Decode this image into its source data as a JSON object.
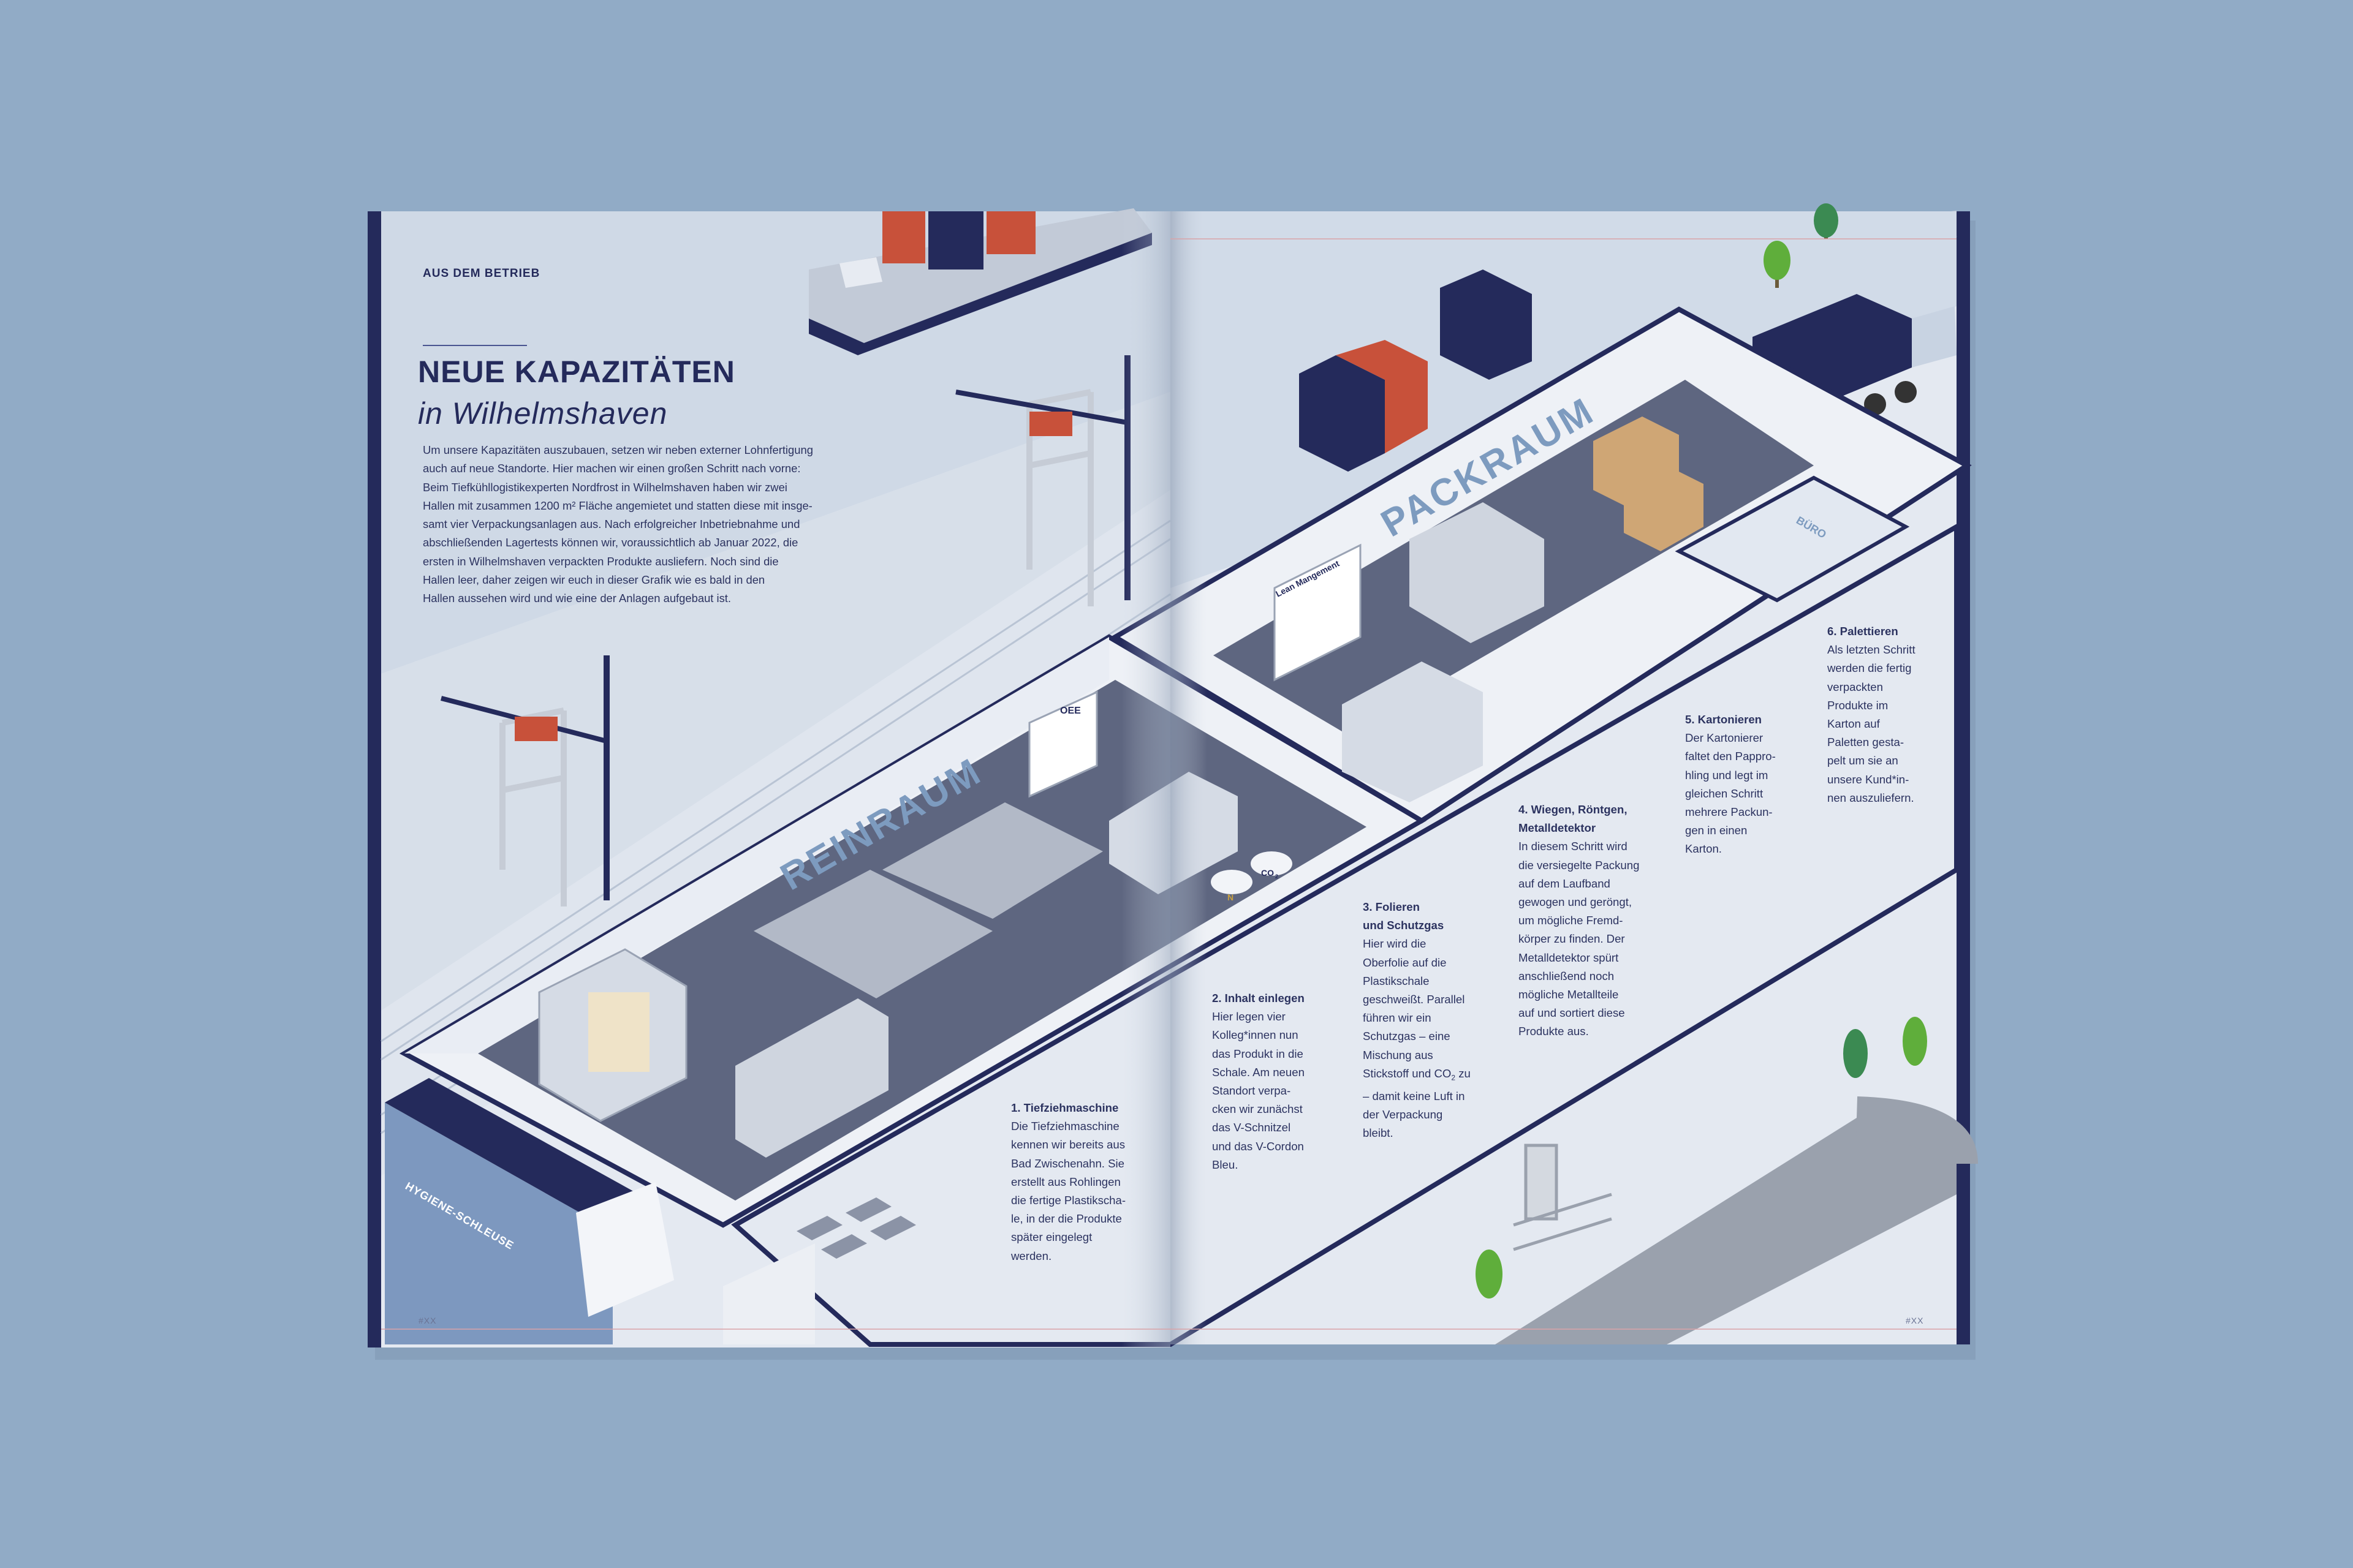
{
  "page": {
    "section_label": "AUS DEM BETRIEB",
    "headline_main": "NEUE KAPAZITÄTEN",
    "headline_sub": "in Wilhelmshaven",
    "intro_lines": [
      "Um unsere Kapazitäten auszubauen, setzen wir neben externer Lohnfertigung",
      "auch auf neue Standorte. Hier machen wir einen großen Schritt nach vorne:",
      "Beim Tiefkühllogistikexperten Nordfrost in Wilhelmshaven haben wir zwei",
      "Hallen mit zusammen 1200 m² Fläche angemietet und statten diese mit insge-",
      "samt vier Verpackungsanlagen aus. Nach erfolgreicher Inbetriebnahme und",
      "abschließenden Lagertests können wir, voraussichtlich ab Januar 2022, die",
      "ersten in Wilhelmshaven verpackten Produkte ausliefern. Noch sind die",
      "Hallen leer, daher zeigen wir euch in dieser Grafik wie es bald in den",
      "Hallen aussehen wird und wie eine der Anlagen aufgebaut ist."
    ],
    "folio_left": "#XX",
    "folio_right": "#XX"
  },
  "illustration": {
    "rooms": {
      "reinraum": "REINRAUM",
      "packraum": "PACKRAUM",
      "hygiene": "HYGIENE-SCHLEUSE",
      "buero": "BÜRO"
    },
    "board_lean": "Lean Mangement",
    "board_oee": "OEE",
    "tank_co2": "CO",
    "tank_co2_sub": "2",
    "tank_n": "N"
  },
  "steps": [
    {
      "title": "1. Tiefziehmaschine",
      "lines": [
        "Die Tiefziehmaschine",
        "kennen wir bereits aus",
        "Bad Zwischenahn. Sie",
        "erstellt aus Rohlingen",
        "die fertige Plastikscha-",
        "le, in der die Produkte",
        "später eingelegt",
        "werden."
      ]
    },
    {
      "title": "2. Inhalt einlegen",
      "lines": [
        "Hier legen vier",
        "Kolleg*innen nun",
        "das Produkt in die",
        "Schale. Am neuen",
        "Standort verpa-",
        "cken wir zunächst",
        "das V-Schnitzel",
        "und das V-Cordon",
        "Bleu."
      ]
    },
    {
      "title": "3. Folieren",
      "title2": "und Schutzgas",
      "lines": [
        "Hier wird die",
        "Oberfolie auf die",
        "Plastikschale",
        "geschweißt. Parallel",
        "führen wir ein",
        "Schutzgas – eine",
        "Mischung aus"
      ],
      "co2_line_pre": "Stickstoff und CO",
      "co2_line_sub": "2",
      "co2_line_post": " zu",
      "lines_after": [
        "– damit keine Luft in",
        "der Verpackung",
        "bleibt."
      ]
    },
    {
      "title": "4. Wiegen, Röntgen,",
      "title2": "Metalldetektor",
      "lines": [
        "In diesem Schritt wird",
        "die versiegelte Packung",
        "auf dem Laufband",
        "gewogen und geröngt,",
        "um mögliche Fremd-",
        "körper zu finden. Der",
        "Metalldetektor spürt",
        "anschließend noch",
        "mögliche Metallteile",
        "auf und sortiert diese",
        "Produkte aus."
      ]
    },
    {
      "title": "5. Kartonieren",
      "lines": [
        "Der Kartonierer",
        "faltet den Pappro-",
        "hling und legt im",
        "gleichen Schritt",
        "mehrere Packun-",
        "gen in einen",
        "Karton."
      ]
    },
    {
      "title": "6. Palettieren",
      "lines": [
        "Als letzten Schritt",
        "werden die fertig",
        "verpackten",
        "Produkte im",
        "Karton auf",
        "Paletten gesta-",
        "pelt um sie an",
        "unsere Kund*in-",
        "nen auszuliefern."
      ]
    }
  ],
  "colors": {
    "background": "#91abc6",
    "navy": "#242a5b",
    "page": "#e3e8f0",
    "floor": "#5e6680",
    "container_red": "#c8513a"
  }
}
